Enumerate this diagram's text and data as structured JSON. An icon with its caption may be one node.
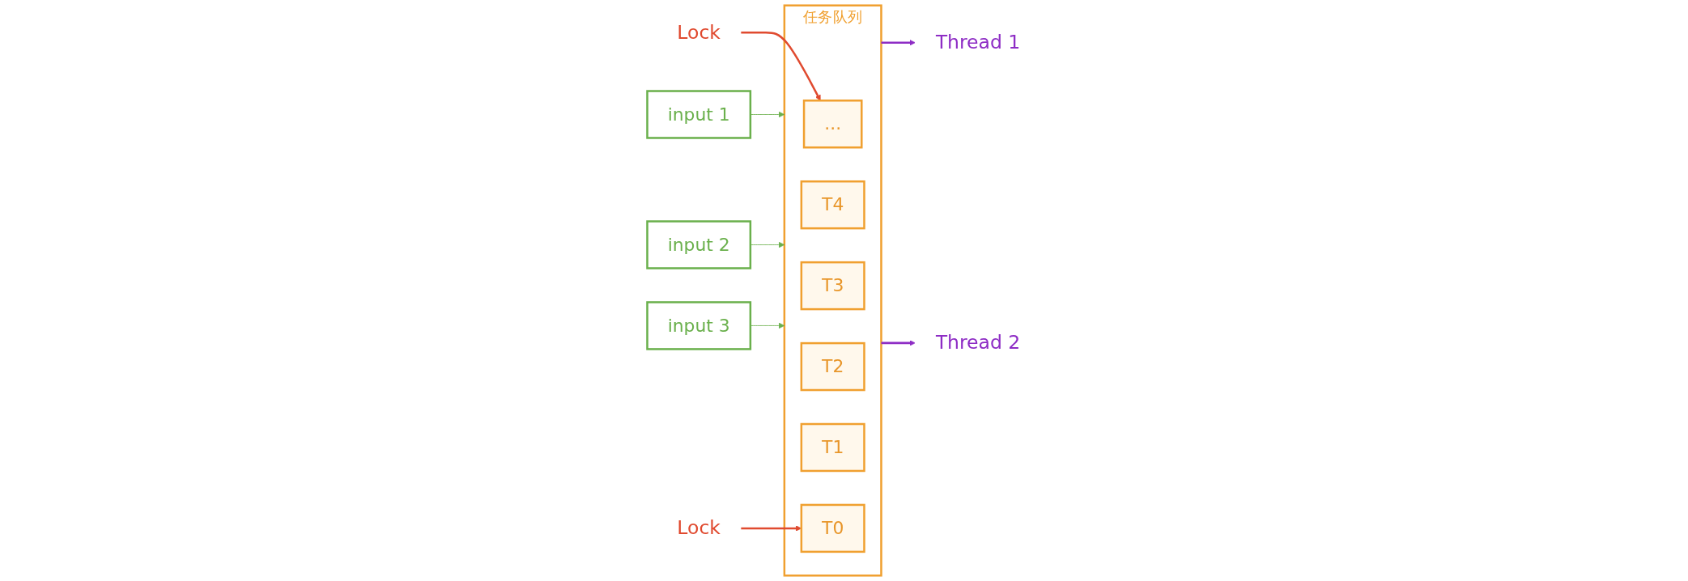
{
  "diagram": {
    "nodes": [
      {
        "text": [
          "input 1"
        ]
      },
      {
        "text": [
          "input 2"
        ]
      },
      {
        "text": [
          "input 3"
        ]
      },
      {
        "text": [
          "任务队列"
        ]
      },
      {
        "text": [
          "..."
        ],
        "in": 3
      },
      {
        "text": [
          "T4"
        ],
        "in": 3
      },
      {
        "text": [
          "T3"
        ],
        "in": 3
      },
      {
        "text": [
          "T2"
        ],
        "in": 3
      },
      {
        "text": [
          "T1"
        ],
        "in": 3
      },
      {
        "text": [
          "T0"
        ],
        "in": 3
      },
      {
        "text": [
          "Thread 1"
        ]
      },
      {
        "text": [
          "Thread 2"
        ]
      },
      {
        "text": [
          "Lock"
        ]
      },
      {
        "text": [
          "Lock"
        ]
      }
    ],
    "edges": [
      {
        "from": 0,
        "to": 3,
        "arrow": "to"
      },
      {
        "from": 1,
        "to": 3,
        "arrow": "to"
      },
      {
        "from": 2,
        "to": 3,
        "arrow": "to"
      },
      {
        "from": 3,
        "to": 10,
        "arrow": "to",
        "color": "#8e2dc5"
      },
      {
        "from": 3,
        "to": 11,
        "arrow": "to",
        "color": "#8e2dc5"
      },
      {
        "from": 12,
        "to": 4,
        "arrow": "to",
        "color": "#e04a2f"
      },
      {
        "from": 13,
        "to": 9,
        "arrow": "to",
        "color": "#e04a2f"
      }
    ]
  }
}
